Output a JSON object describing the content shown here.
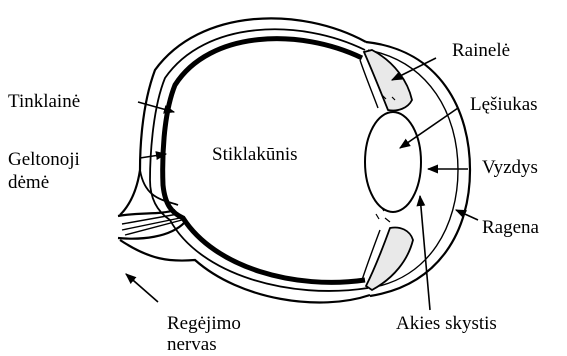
{
  "labels": {
    "rainele": "Rainelė",
    "tinklaine": "Tinklainė",
    "lesiukas": "Lęšiukas",
    "geltonoji_1": "Geltonoji",
    "geltonoji_2": "dėmė",
    "stiklakunis": "Stiklakūnis",
    "vyzdys": "Vyzdys",
    "ragena": "Ragena",
    "regejimo_1": "Regėjimo",
    "regejimo_2": "nervas",
    "akies_skystis": "Akies skystis"
  },
  "colors": {
    "ink": "#000000",
    "background": "#ffffff",
    "iris_fill": "#e9e9e9"
  }
}
